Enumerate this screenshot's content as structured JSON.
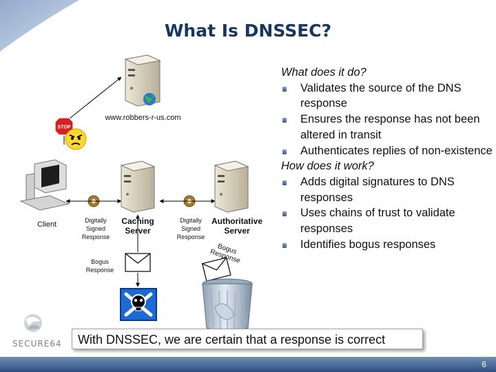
{
  "title": "What Is DNSSEC?",
  "diagram": {
    "robbers_url": "www.robbers-r-us.com",
    "stop_sign_text": "STOP",
    "client_label": "Client",
    "signed_label_left": "Digitally Signed Response",
    "signed_label_right": "Digitally Signed Response",
    "caching_label": "Caching Server",
    "authoritative_label": "Authoritative Server",
    "bogus_label": "Bogus Response",
    "bogus_trash_label": "Bogus Response"
  },
  "right_panel": {
    "q1": "What does it do?",
    "q1_items": [
      "Validates the source of the DNS response",
      "Ensures the response has not been altered in transit",
      "Authenticates replies of non-existence"
    ],
    "q2": "How does it work?",
    "q2_items": [
      "Adds digital signatures to DNS responses",
      "Uses chains of trust to validate responses",
      "Identifies bogus responses"
    ]
  },
  "banner": "With DNSSEC, we are certain that a response is correct",
  "logo_text": "SECURE64",
  "page_number": "6"
}
